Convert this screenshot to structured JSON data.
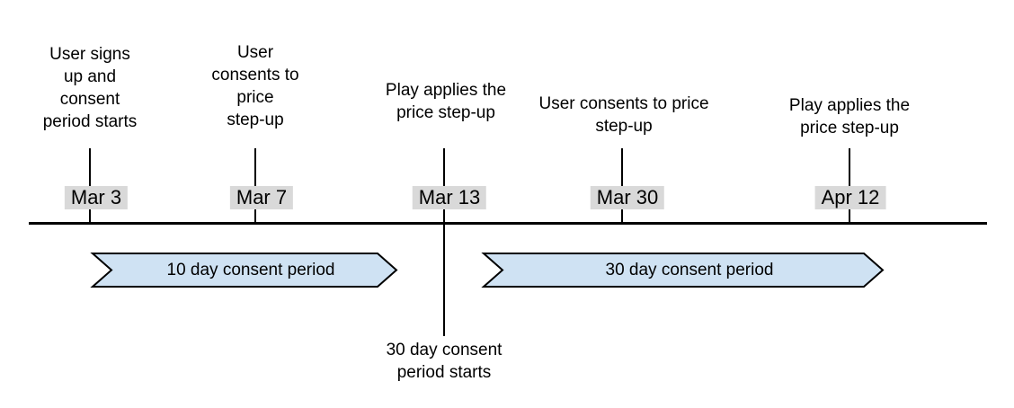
{
  "diagram": {
    "type": "timeline",
    "axis": {
      "start_date": "Mar 3",
      "end_date": "Apr 12"
    },
    "events": [
      {
        "label": "User signs\nup and\nconsent\nperiod starts",
        "date": "Mar 3"
      },
      {
        "label": "User\nconsents to\nprice\nstep-up",
        "date": "Mar 7"
      },
      {
        "label": "Play applies the\nprice step-up",
        "date": "Mar 13"
      },
      {
        "label": "User consents to price\nstep-up",
        "date": "Mar 30"
      },
      {
        "label": "Play applies the\nprice step-up",
        "date": "Apr 12"
      }
    ],
    "periods": [
      {
        "label": "10 day consent period"
      },
      {
        "label": "30 day consent period"
      }
    ],
    "note": {
      "text": "30 day consent\nperiod starts",
      "anchor_date": "Mar 13"
    },
    "colors": {
      "period_fill": "#cfe2f3",
      "period_border": "#000000",
      "date_badge_bg": "#d9d9d9",
      "line": "#000000",
      "text": "#000000",
      "background": "#ffffff"
    }
  }
}
